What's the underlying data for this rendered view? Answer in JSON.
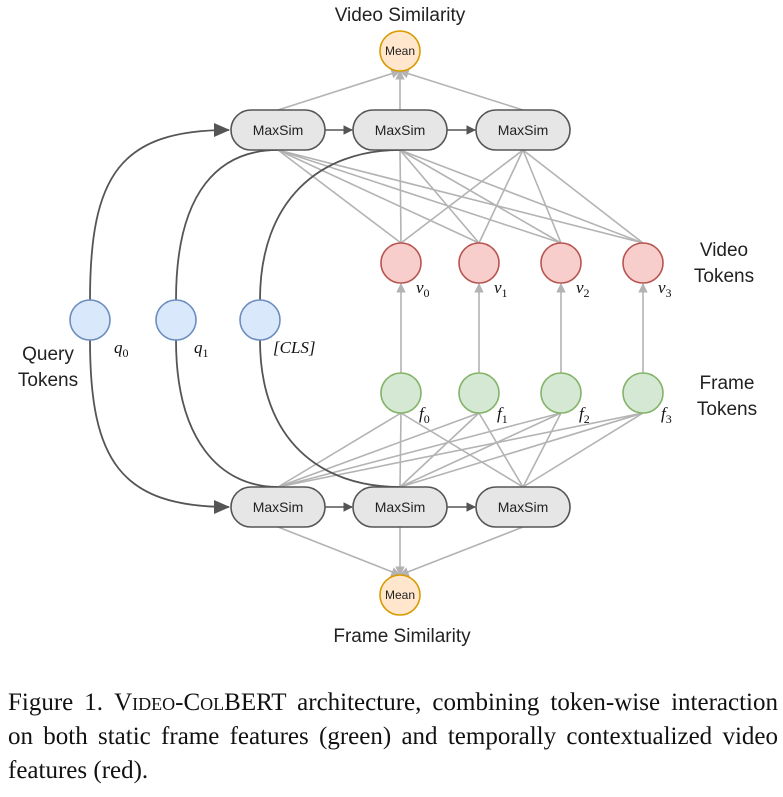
{
  "figure": {
    "top_label": "Video Similarity",
    "bottom_label": "Frame Similarity",
    "mean_label": "Mean",
    "maxsim_label": "MaxSim",
    "query_label": [
      "Query",
      "Tokens"
    ],
    "video_label": [
      "Video",
      "Tokens"
    ],
    "frame_label": [
      "Frame",
      "Tokens"
    ],
    "query_tokens": [
      {
        "base": "q",
        "sub": "0"
      },
      {
        "base": "q",
        "sub": "1"
      },
      {
        "base": "[CLS]",
        "sub": ""
      }
    ],
    "video_tokens": [
      {
        "base": "v",
        "sub": "0"
      },
      {
        "base": "v",
        "sub": "1"
      },
      {
        "base": "v",
        "sub": "2"
      },
      {
        "base": "v",
        "sub": "3"
      }
    ],
    "frame_tokens": [
      {
        "base": "f",
        "sub": "0"
      },
      {
        "base": "f",
        "sub": "1"
      },
      {
        "base": "f",
        "sub": "2"
      },
      {
        "base": "f",
        "sub": "3"
      }
    ],
    "colors": {
      "query_fill": "#dae8fc",
      "query_stroke": "#6c8ebf",
      "video_fill": "#f8cecc",
      "video_stroke": "#b85450",
      "frame_fill": "#d5e8d4",
      "frame_stroke": "#82b366",
      "mean_fill": "#ffe6cc",
      "mean_stroke": "#d79b00",
      "maxsim_fill": "#e6e6e6",
      "maxsim_stroke": "#555555",
      "edge_gray": "#b3b3b3",
      "edge_dark": "#555555"
    }
  },
  "caption": {
    "prefix": "Figure 1. ",
    "name_part1": "Video-Col",
    "name_part2": "BERT",
    "text": " architecture, combining token-wise interaction on both static frame features (green) and temporally contextualized video features (red)."
  }
}
